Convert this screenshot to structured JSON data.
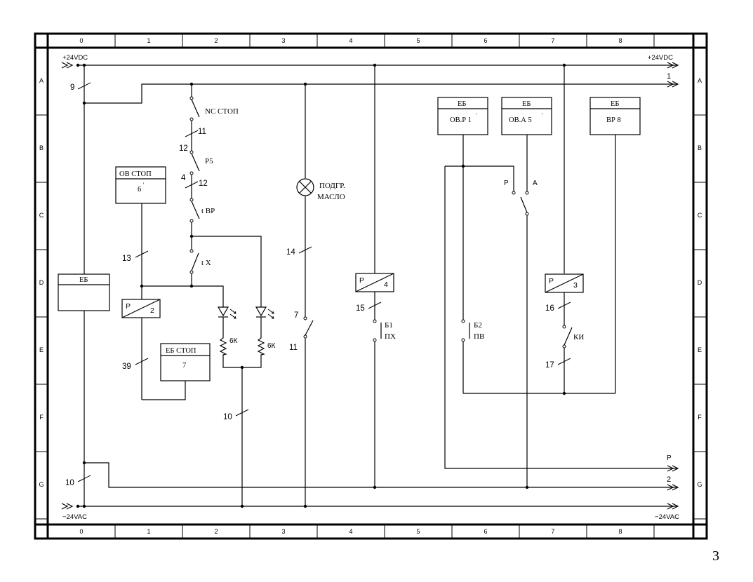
{
  "frame": {
    "columns": [
      "0",
      "1",
      "2",
      "3",
      "4",
      "5",
      "6",
      "7",
      "8"
    ],
    "rows": [
      "A",
      "B",
      "C",
      "D",
      "E",
      "F",
      "G"
    ]
  },
  "rails": {
    "top_left": "+24VDC",
    "top_right": "+24VDC",
    "bottom_left": "−24VAC",
    "bottom_right": "−24VAC",
    "line1": "1",
    "line2": "2",
    "lineP": "P"
  },
  "wires": [
    "9",
    "11",
    "12",
    "4",
    "12",
    "13",
    "14",
    "7",
    "11",
    "15",
    "16",
    "17",
    "39",
    "10",
    "10"
  ],
  "contacts": {
    "nc_stop": "NC СТОП",
    "p5": "P5",
    "t_vr": "t ВР",
    "t_x": "t Х",
    "b1_top": "Б1",
    "b1_bot": "ПХ",
    "b2_top": "Б2",
    "b2_bot": "ПВ",
    "ki": "КИ",
    "sw_p": "P",
    "sw_a": "A"
  },
  "lamp": {
    "line1": "ПОДГР.",
    "line2": "МАСЛО"
  },
  "resistors": {
    "r1": "6К",
    "r2": "6К"
  },
  "boxes": {
    "eb_left": "ЕБ",
    "ov_stop": "ОВ СТОП",
    "ov_stop_num": "6",
    "eb_stop": "ЕБ СТОП",
    "eb_stop_num": "7",
    "ovp_title": "ЕБ",
    "ovp_body": "ОВ.Р 1",
    "ova_title": "ЕБ",
    "ova_body": "ОВ.А 5",
    "vr8_title": "ЕБ",
    "vr8_body": "ВР 8"
  },
  "relays": {
    "r2_letter": "P",
    "r2_num": "2",
    "r4_letter": "P",
    "r4_num": "4",
    "r3_letter": "P",
    "r3_num": "3"
  },
  "page_number": "3"
}
